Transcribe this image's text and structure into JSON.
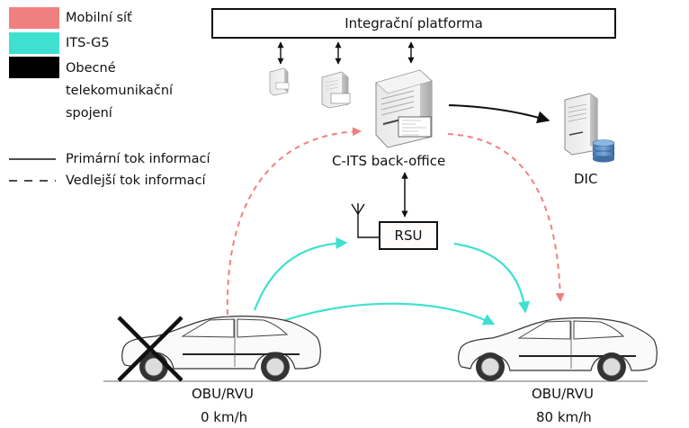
{
  "legend": {
    "colors": [
      {
        "label": "Mobilní síť",
        "color": "#f08080",
        "icon": "mobile-network-swatch"
      },
      {
        "label": "ITS-G5",
        "color": "#40e0d0",
        "icon": "its-g5-swatch"
      },
      {
        "label_lines": [
          "Obecné",
          "telekomunikační",
          "spojení"
        ],
        "color": "#000000",
        "icon": "general-telecom-swatch"
      }
    ],
    "lines": [
      {
        "label": "Primární tok informací",
        "style": "solid"
      },
      {
        "label": "Vedlejší tok informací",
        "style": "dashed"
      }
    ]
  },
  "nodes": {
    "platform": "Integrační platforma",
    "back_office": "C-ITS back-office",
    "dic": "DIC",
    "rsu": "RSU",
    "vehicle_left": {
      "label": "OBU/RVU",
      "speed": "0 km/h",
      "status": "disabled"
    },
    "vehicle_right": {
      "label": "OBU/RVU",
      "speed": "80 km/h"
    }
  },
  "connections": [
    {
      "from": "platform",
      "to": "server-small-1",
      "type": "general",
      "direction": "bidirectional"
    },
    {
      "from": "platform",
      "to": "server-small-2",
      "type": "general",
      "direction": "bidirectional"
    },
    {
      "from": "platform",
      "to": "back_office",
      "type": "general",
      "direction": "bidirectional"
    },
    {
      "from": "back_office",
      "to": "dic",
      "type": "general",
      "flow": "primary"
    },
    {
      "from": "back_office",
      "to": "rsu",
      "type": "general",
      "direction": "bidirectional"
    },
    {
      "from": "vehicle_left",
      "to": "back_office",
      "type": "mobile",
      "flow": "secondary"
    },
    {
      "from": "back_office",
      "to": "vehicle_right",
      "type": "mobile",
      "flow": "secondary"
    },
    {
      "from": "vehicle_left",
      "to": "rsu",
      "type": "its-g5",
      "flow": "primary"
    },
    {
      "from": "rsu",
      "to": "vehicle_right",
      "type": "its-g5",
      "flow": "primary"
    },
    {
      "from": "vehicle_left",
      "to": "vehicle_right",
      "type": "its-g5",
      "flow": "primary"
    }
  ],
  "colors": {
    "mobile": "#f08080",
    "its_g5": "#40e0d0",
    "general": "#000000"
  }
}
